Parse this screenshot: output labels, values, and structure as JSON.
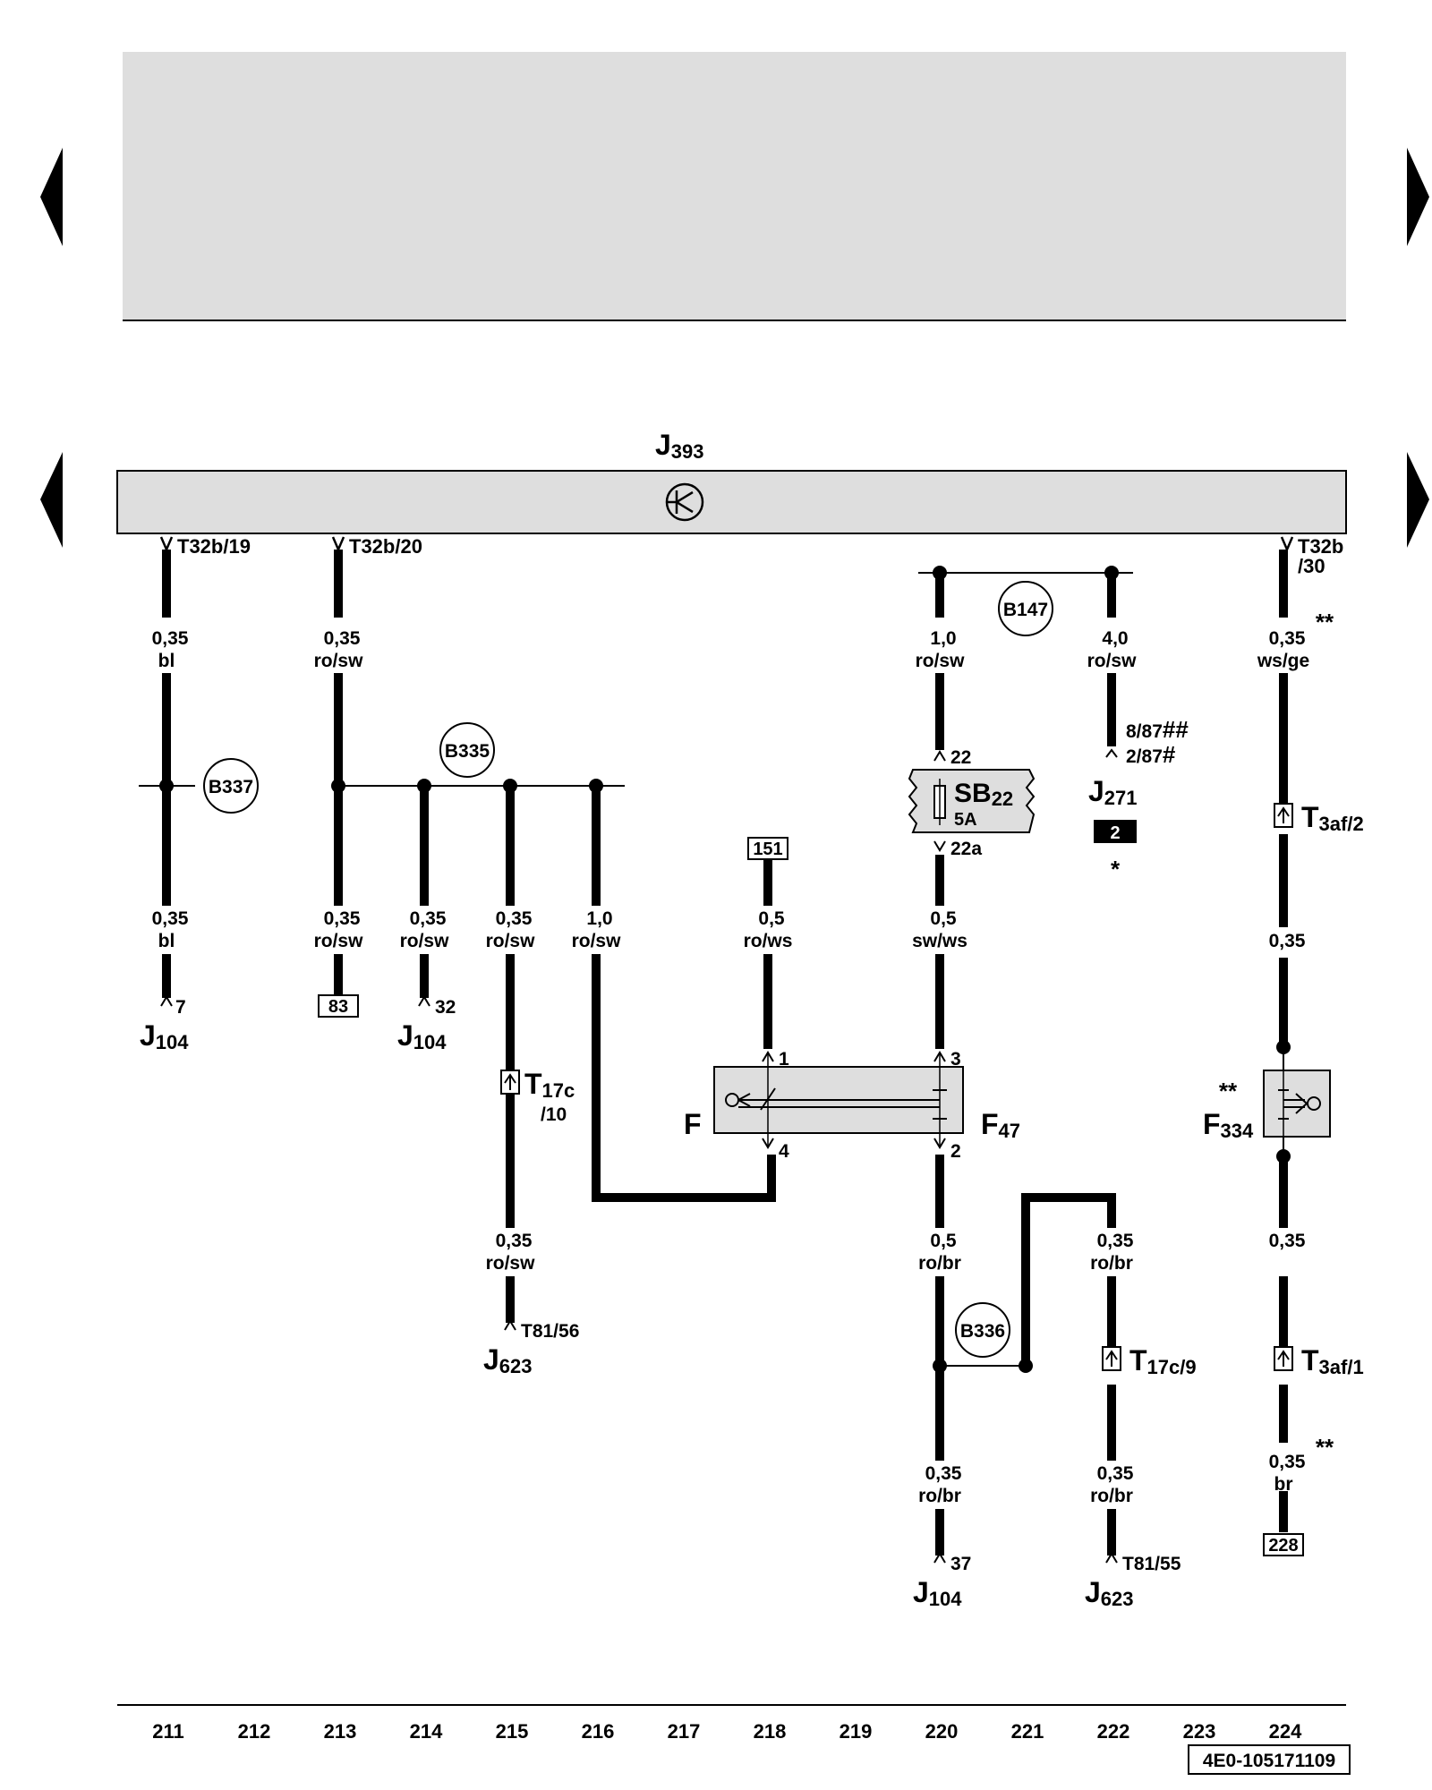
{
  "nav": {
    "prev_icon": "triangle-left-icon",
    "next_icon": "triangle-right-icon"
  },
  "components": {
    "control_unit": {
      "main": "J",
      "sub": "393",
      "icon": "transistor-icon"
    },
    "fuse": {
      "main": "SB",
      "sub": "22",
      "rating": "5A",
      "pin_in": "22",
      "pin_out": "22a"
    },
    "switch_f": {
      "main": "F"
    },
    "switch_f47": {
      "main": "F",
      "sub": "47",
      "pins": {
        "p1": "1",
        "p3": "3",
        "p4": "4",
        "p2": "2"
      }
    },
    "switch_f334": {
      "main": "F",
      "sub": "334",
      "mark": "**"
    },
    "j271": {
      "main": "J",
      "sub": "271",
      "pin_a": "8/87",
      "pin_a_mark": "##",
      "pin_b": "2/87",
      "pin_b_mark": "#",
      "badge": "2",
      "mark": "*"
    }
  },
  "connectors": {
    "t32b19": "T32b/19",
    "t32b20": "T32b/20",
    "t32b30_a": "T32b",
    "t32b30_b": "/30",
    "t17c10_main": "T",
    "t17c10_sub": "17c",
    "t17c10_pin": "/10",
    "t17c9_main": "T",
    "t17c9_sub": "17c/9",
    "t3af2_main": "T",
    "t3af2_sub": "3af/2",
    "t3af1_main": "T",
    "t3af1_sub": "3af/1",
    "t81_56": "T81/56",
    "t81_55": "T81/55"
  },
  "splices": [
    "B337",
    "B335",
    "B147",
    "B336"
  ],
  "wires": {
    "c211_top": {
      "size": "0,35",
      "color": "bl"
    },
    "c211_bot": {
      "size": "0,35",
      "color": "bl"
    },
    "c213_top": {
      "size": "0,35",
      "color": "ro/sw"
    },
    "c213_bot": {
      "size": "0,35",
      "color": "ro/sw"
    },
    "c214": {
      "size": "0,35",
      "color": "ro/sw"
    },
    "c215_top": {
      "size": "0,35",
      "color": "ro/sw"
    },
    "c215_bot": {
      "size": "0,35",
      "color": "ro/sw"
    },
    "c216": {
      "size": "1,0",
      "color": "ro/sw"
    },
    "c218": {
      "size": "0,5",
      "color": "ro/ws"
    },
    "c220_top": {
      "size": "1,0",
      "color": "ro/sw"
    },
    "c220_mid": {
      "size": "0,5",
      "color": "sw/ws"
    },
    "c220_low": {
      "size": "0,5",
      "color": "ro/br"
    },
    "c220_bot": {
      "size": "0,35",
      "color": "ro/br"
    },
    "c222_top": {
      "size": "4,0",
      "color": "ro/sw"
    },
    "c222_mid": {
      "size": "0,35",
      "color": "ro/br"
    },
    "c222_bot": {
      "size": "0,35",
      "color": "ro/br"
    },
    "c224_top": {
      "size": "0,35",
      "color": "ws/ge",
      "mark": "**"
    },
    "c224_a": {
      "size": "0,35"
    },
    "c224_b": {
      "size": "0,35"
    },
    "c224_bot": {
      "size": "0,35",
      "color": "br",
      "mark": "**"
    }
  },
  "terminals": {
    "t211": {
      "pin": "7",
      "main": "J",
      "sub": "104"
    },
    "t214": {
      "pin": "32",
      "main": "J",
      "sub": "104"
    },
    "t215": {
      "main": "J",
      "sub": "623"
    },
    "t220": {
      "pin": "37",
      "main": "J",
      "sub": "104"
    },
    "t222": {
      "main": "J",
      "sub": "623"
    }
  },
  "refs": {
    "r83": "83",
    "r151": "151",
    "r228": "228"
  },
  "columns": [
    "211",
    "212",
    "213",
    "214",
    "215",
    "216",
    "217",
    "218",
    "219",
    "220",
    "221",
    "222",
    "223",
    "224"
  ],
  "doc_id": "4E0-105171109"
}
